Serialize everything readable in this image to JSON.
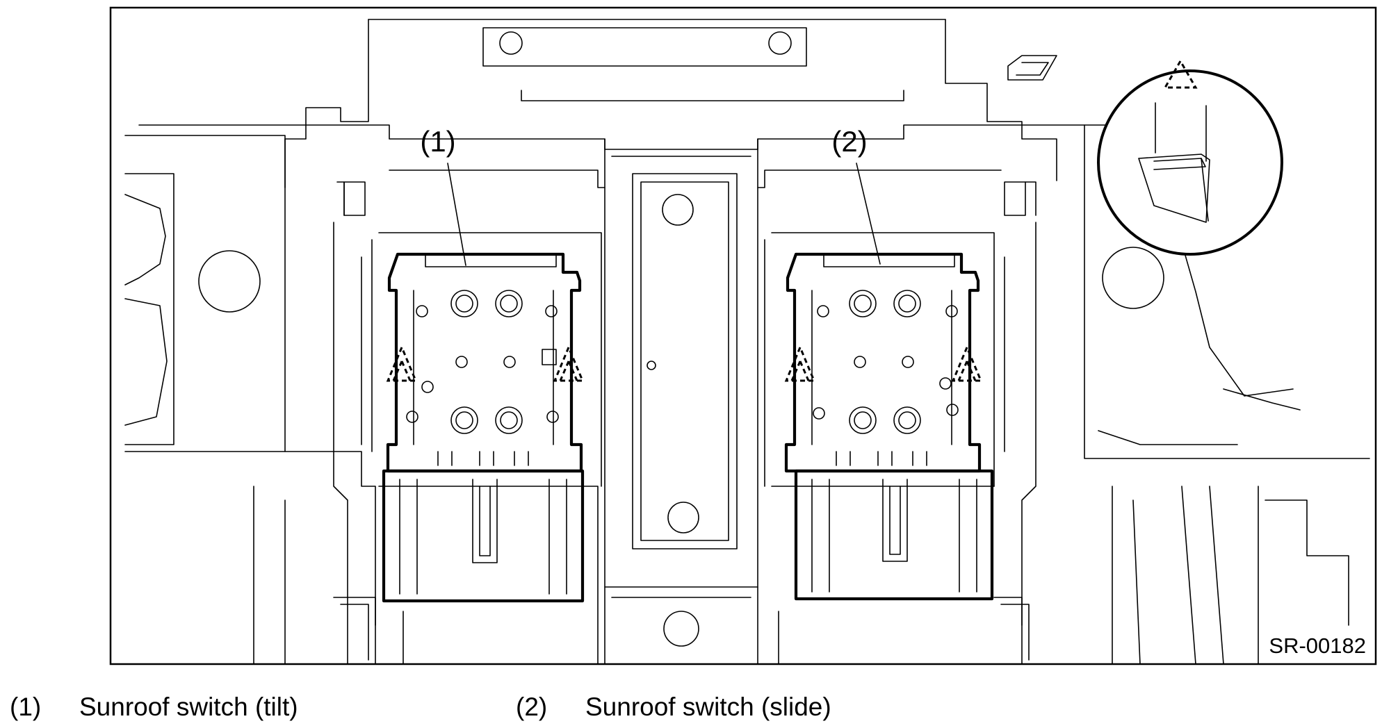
{
  "figure": {
    "callouts": [
      {
        "number": "(1)"
      },
      {
        "number": "(2)"
      }
    ],
    "figure_code": "SR-00182"
  },
  "legend": [
    {
      "number": "(1)",
      "label": "Sunroof switch (tilt)"
    },
    {
      "number": "(2)",
      "label": "Sunroof switch (slide)"
    }
  ]
}
